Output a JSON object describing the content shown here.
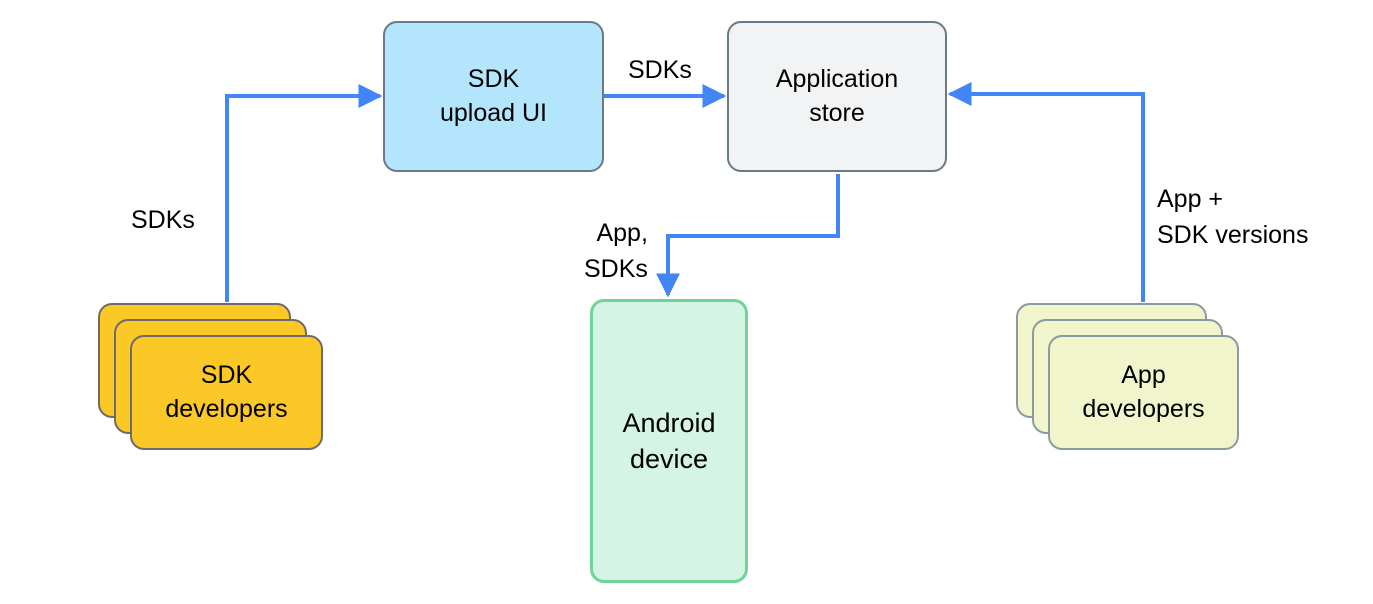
{
  "nodes": {
    "sdk_upload_ui": "SDK\nupload UI",
    "application_store": "Application\nstore",
    "android_device": "Android\ndevice",
    "sdk_developers": "SDK\ndevelopers",
    "app_developers": "App\ndevelopers"
  },
  "edges": {
    "sdk_developers_to_upload": "SDKs",
    "upload_to_store": "SDKs",
    "store_to_device": "App,\nSDKs",
    "app_developers_to_store": "App +\nSDK versions"
  },
  "colors": {
    "arrow": "#4285f4",
    "sdk_upload_ui_fill": "#b3e5fc",
    "application_store_fill": "#f1f3f4",
    "android_device_fill": "#d4f5e6",
    "android_device_border": "#6fd596",
    "sdk_developers_fill": "#fbc828",
    "app_developers_fill": "#f0f5cc",
    "box_border": "#6b7b86"
  }
}
